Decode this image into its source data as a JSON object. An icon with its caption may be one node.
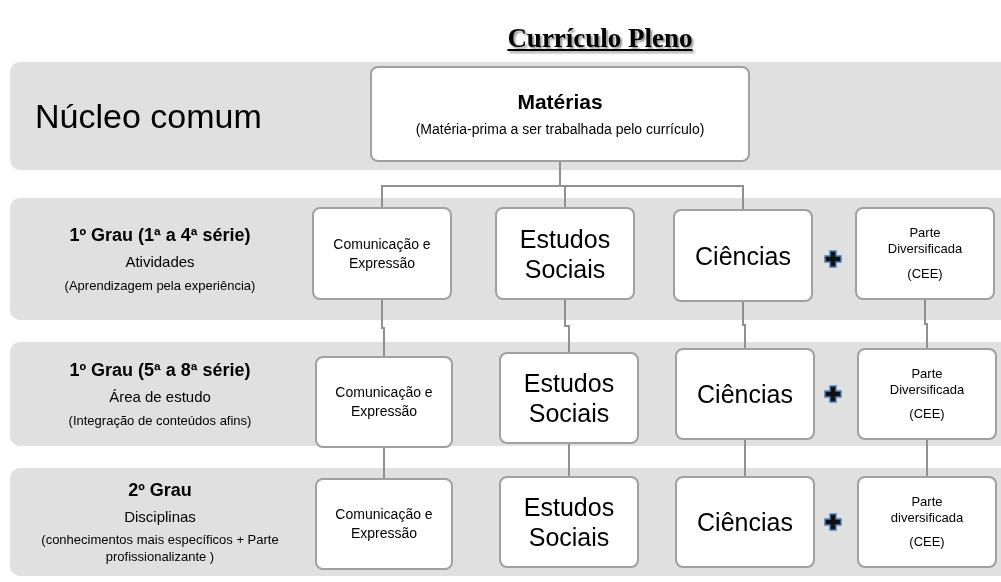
{
  "diagram": {
    "title": "Currículo Pleno",
    "nodes": [
      {
        "text": [
          "Núcleo comum"
        ]
      },
      {
        "text": [
          "Matérias",
          "(Matéria-prima a ser trabalhada pelo currículo)"
        ],
        "in": 0
      },
      {
        "text": [
          "1º Grau (1ª a 4ª série)",
          "Atividades",
          "(Aprendizagem pela experiência)"
        ]
      },
      {
        "text": [
          "Comunicação e Expressão"
        ],
        "in": 2
      },
      {
        "text": [
          "Estudos Sociais"
        ],
        "in": 2
      },
      {
        "text": [
          "Ciências"
        ],
        "in": 2
      },
      {
        "text": [
          "Parte Diversificada",
          "(CEE)"
        ],
        "in": 2
      },
      {
        "text": [
          "1º Grau (5ª a 8ª série)",
          "Área de estudo",
          "(Integração de conteúdos afins)"
        ]
      },
      {
        "text": [
          "Comunicação e Expressão"
        ],
        "in": 7
      },
      {
        "text": [
          "Estudos Sociais"
        ],
        "in": 7
      },
      {
        "text": [
          "Ciências"
        ],
        "in": 7
      },
      {
        "text": [
          "Parte Diversificada",
          "(CEE)"
        ],
        "in": 7
      },
      {
        "text": [
          "2º Grau",
          "Disciplinas",
          "(conhecimentos mais específicos + Parte profissionalizante )"
        ]
      },
      {
        "text": [
          "Comunicação e Expressão"
        ],
        "in": 12
      },
      {
        "text": [
          "Estudos Sociais"
        ],
        "in": 12
      },
      {
        "text": [
          "Ciências"
        ],
        "in": 12
      },
      {
        "text": [
          "Parte diversificada",
          "(CEE)"
        ],
        "in": 12
      }
    ],
    "edges": [
      {
        "from": 1,
        "to": 3,
        "arrow": "none"
      },
      {
        "from": 1,
        "to": 4,
        "arrow": "none"
      },
      {
        "from": 1,
        "to": 5,
        "arrow": "none"
      },
      {
        "from": 3,
        "to": 8,
        "arrow": "none"
      },
      {
        "from": 4,
        "to": 9,
        "arrow": "none"
      },
      {
        "from": 5,
        "to": 10,
        "arrow": "none"
      },
      {
        "from": 6,
        "to": 11,
        "arrow": "none"
      },
      {
        "from": 8,
        "to": 13,
        "arrow": "none"
      },
      {
        "from": 9,
        "to": 14,
        "arrow": "none"
      },
      {
        "from": 10,
        "to": 15,
        "arrow": "none"
      },
      {
        "from": 11,
        "to": 16,
        "arrow": "none"
      }
    ]
  }
}
